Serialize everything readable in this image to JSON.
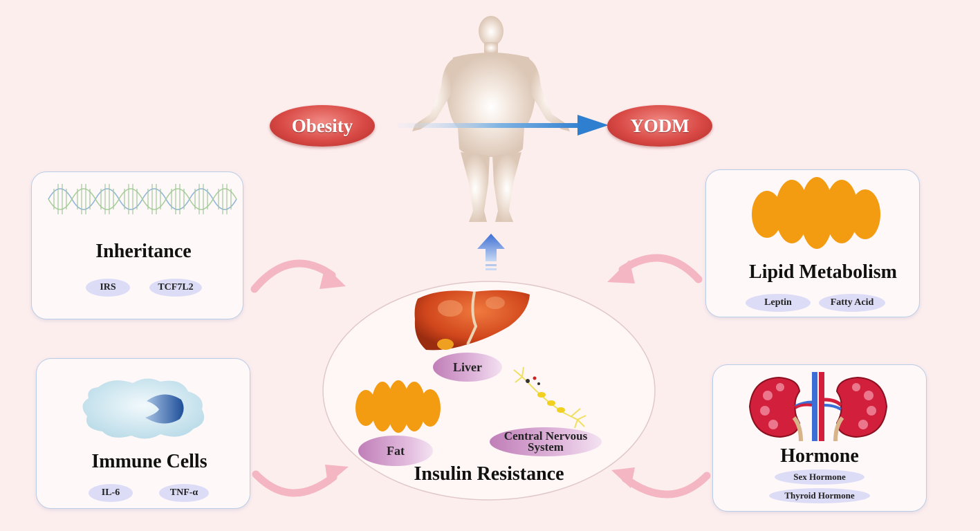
{
  "top": {
    "left_label": "Obesity",
    "right_label": "YODM"
  },
  "center": {
    "title": "Insulin Resistance",
    "liver": "Liver",
    "fat": "Fat",
    "cns_line1": "Central Nervous",
    "cns_line2": "System"
  },
  "panels": {
    "inheritance": {
      "title": "Inheritance",
      "tags": [
        "IRS",
        "TCF7L2"
      ]
    },
    "immune": {
      "title": "Immune Cells",
      "tags": [
        "IL-6",
        "TNF-α"
      ]
    },
    "lipid": {
      "title": "Lipid Metabolism",
      "tags": [
        "Leptin",
        "Fatty Acid"
      ]
    },
    "hormone": {
      "title": "Hormone",
      "tags": [
        "Sex Hormone",
        "Thyroid Hormone"
      ]
    }
  },
  "icons": {
    "dna": "dna-helix-icon",
    "cell": "immune-cell-icon",
    "adipose": "adipose-tissue-icon",
    "kidney": "kidney-icon",
    "liver": "liver-icon",
    "neuron": "neuron-icon",
    "body": "human-body-icon"
  },
  "colors": {
    "background": "#fdeeee",
    "red_oval": "#d94a46",
    "panel_border": "#b9cde6",
    "fat_orange": "#f39c12",
    "arrow_pink": "#f4b6c2",
    "arrow_blue": "#2f7fd0"
  }
}
